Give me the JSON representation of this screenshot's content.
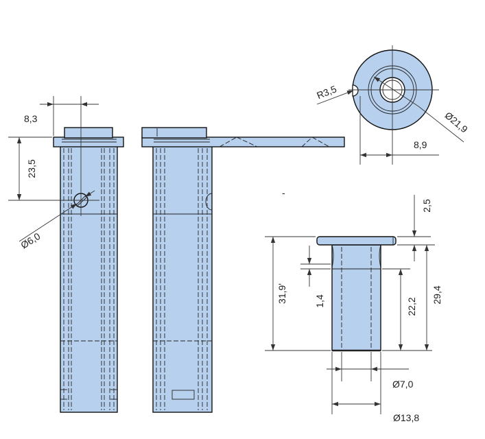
{
  "dimensions": {
    "d_8_3": "8,3",
    "d_23_5": "23,5",
    "d_6_0": "Ø6,0",
    "d_r3_5": "R3,5",
    "d_21_9": "Ø21,9",
    "d_8_9": "8,9",
    "d_2_5": "2,5",
    "d_31_9": "31,9'",
    "d_1_4": "1,4",
    "d_22_2": "22,2",
    "d_29_4": "29,4",
    "d_7_0": "Ø7,0",
    "d_13_8": "Ø13,8"
  },
  "colors": {
    "part_fill": "#b7d0ee",
    "outline": "#111111"
  }
}
